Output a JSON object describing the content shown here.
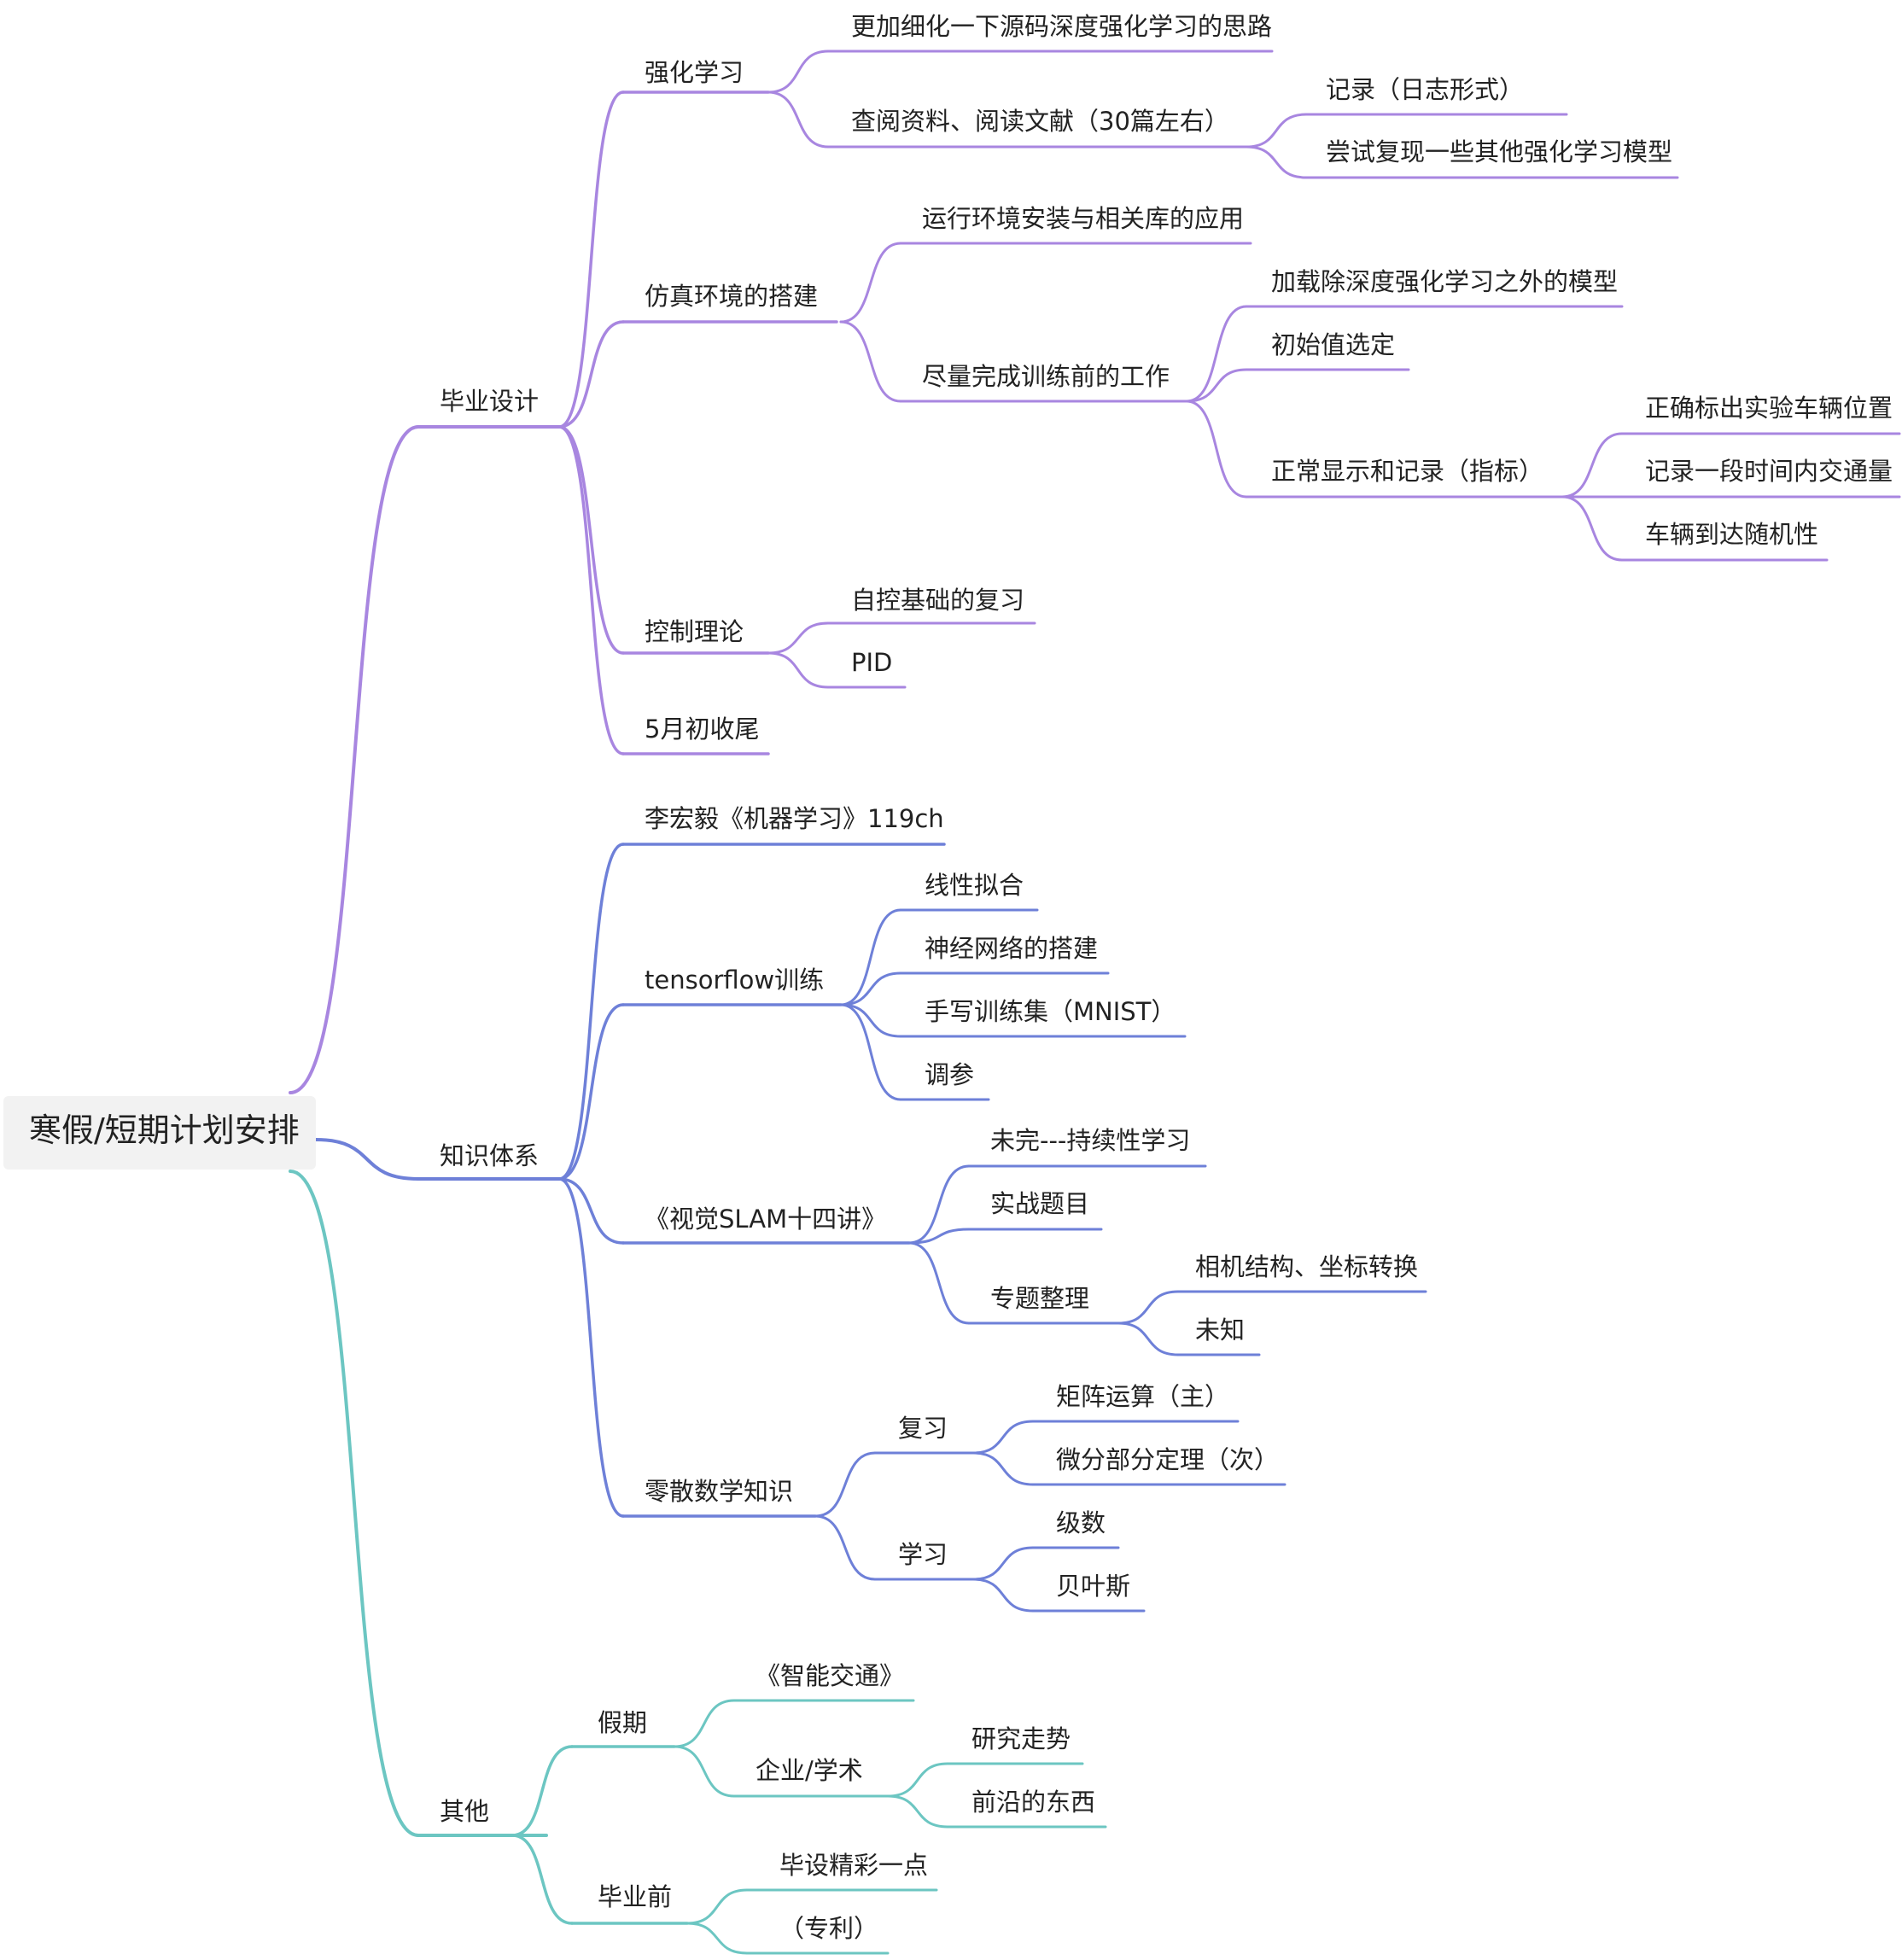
{
  "root": "寒假/短期计划安排",
  "colors": {
    "branch_grad": "#a886e0",
    "branch_knowledge": "#6e80d8",
    "branch_other": "#6cc6c2",
    "text": "#222222",
    "root_bg": "#f2f2f2"
  },
  "branches": {
    "grad": {
      "label": "毕业设计",
      "rl": {
        "label": "强化学习",
        "c1": "更加细化一下源码深度强化学习的思路",
        "c2": {
          "label": "查阅资料、阅读文献（30篇左右）",
          "c1": "记录（日志形式）",
          "c2": "尝试复现一些其他强化学习模型"
        }
      },
      "sim": {
        "label": "仿真环境的搭建",
        "c1": "运行环境安装与相关库的应用",
        "c2": {
          "label": "尽量完成训练前的工作",
          "c1": "加载除深度强化学习之外的模型",
          "c2": "初始值选定",
          "c3": {
            "label": "正常显示和记录（指标）",
            "c1": "正确标出实验车辆位置",
            "c2": "记录一段时间内交通量",
            "c3": "车辆到达随机性"
          }
        }
      },
      "ctrl": {
        "label": "控制理论",
        "c1": "自控基础的复习",
        "c2": "PID"
      },
      "may": "5月初收尾"
    },
    "knowledge": {
      "label": "知识体系",
      "ml": "李宏毅《机器学习》119ch",
      "tf": {
        "label": "tensorflow训练",
        "c1": "线性拟合",
        "c2": "神经网络的搭建",
        "c3": "手写训练集（MNIST）",
        "c4": "调参"
      },
      "slam": {
        "label": "《视觉SLAM十四讲》",
        "c1": "未完---持续性学习",
        "c2": "实战题目",
        "c3": {
          "label": "专题整理",
          "c1": "相机结构、坐标转换",
          "c2": "未知"
        }
      },
      "math": {
        "label": "零散数学知识",
        "review": {
          "label": "复习",
          "c1": "矩阵运算（主）",
          "c2": "微分部分定理（次）"
        },
        "learn": {
          "label": "学习",
          "c1": "级数",
          "c2": "贝叶斯"
        }
      }
    },
    "other": {
      "label": "其他",
      "holiday": {
        "label": "假期",
        "c1": "《智能交通》",
        "c2": {
          "label": "企业/学术",
          "c1": "研究走势",
          "c2": "前沿的东西"
        }
      },
      "pregrad": {
        "label": "毕业前",
        "c1": "毕设精彩一点",
        "c2": "（专利）"
      }
    }
  }
}
